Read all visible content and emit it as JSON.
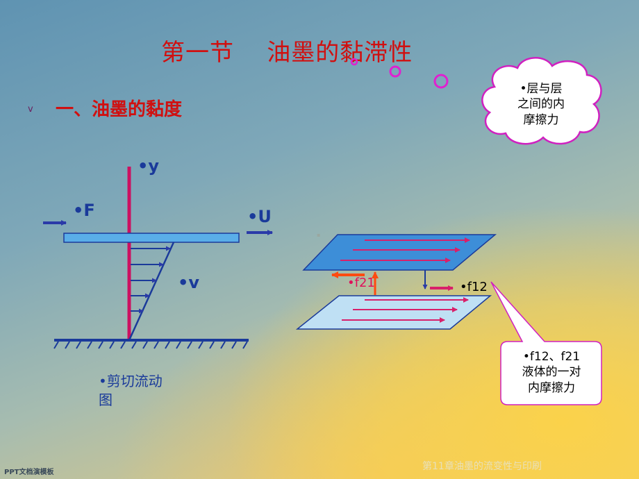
{
  "slide": {
    "title": "第一节    油墨的黏滞性",
    "bullet_marker": "v",
    "subtitle": "一、油墨的黏度"
  },
  "cloud_callout": {
    "lines": [
      "•层与层",
      "之间的内",
      "摩擦力"
    ],
    "fill": "#ffffff",
    "border": "#d020c0"
  },
  "shear_diagram": {
    "label_y": "•y",
    "label_F": "•F",
    "label_U": "•U",
    "label_v": "•v",
    "caption_lines": [
      "•剪切流动",
      "图"
    ]
  },
  "layer_diagram": {
    "label_f21": "•f21",
    "label_f12": "•f12",
    "dot": "▪"
  },
  "rect_callout": {
    "lines": [
      "•f12、f21",
      "液体的一对",
      "内摩擦力"
    ]
  },
  "footer": {
    "left": "PPT文档演模板",
    "center": "第11章油墨的流变性与印刷"
  },
  "colors": {
    "title_red": "#d01010",
    "navy": "#1a3a9a",
    "crimson": "#cc1060",
    "plate_top": "#3d8ed8",
    "plate_bottom": "#bfe0f4",
    "arrow_red": "#ff4a10",
    "accent_magenta": "#e020d0"
  }
}
